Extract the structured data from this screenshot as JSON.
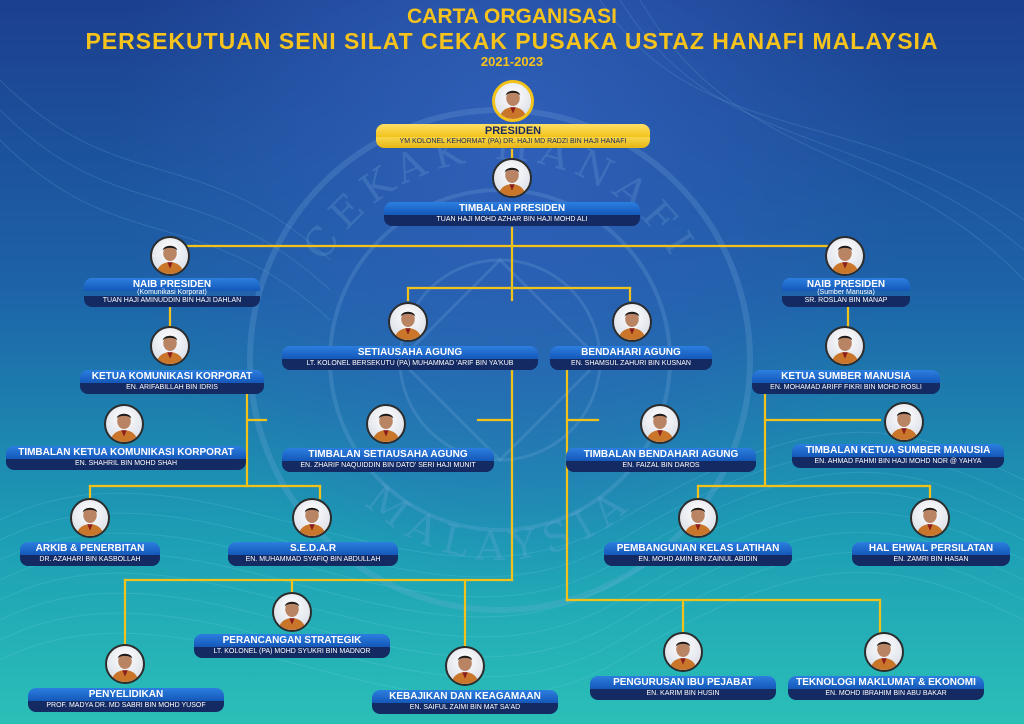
{
  "header": {
    "line1": "CARTA ORGANISASI",
    "line2": "PERSEKUTUAN SENI SILAT CEKAK PUSAKA USTAZ HANAFI MALAYSIA",
    "line3": "2021-2023"
  },
  "emblem": {
    "ring_text_top": "CEKAK HANAFI",
    "ring_text_bottom": "MALAYSIA"
  },
  "colors": {
    "title": "#f6c21c",
    "connector": "#f2c21a",
    "box_title": "#1f6fd6",
    "box_name": "#142a63",
    "president_box": "#f2c21a"
  },
  "nodes": [
    {
      "id": "presiden",
      "title": "PRESIDEN",
      "name": "YM KOLONEL KEHORMAT (PA) DR. HAJI MD RADZI BIN HAJI HANAFI"
    },
    {
      "id": "timbalan-presiden",
      "title": "TIMBALAN PRESIDEN",
      "name": "TUAN HAJI MOHD AZHAR BIN HAJI MOHD ALI"
    },
    {
      "id": "naib-presiden-komunikasi",
      "title": "NAIB PRESIDEN",
      "sub": "(Komunikasi Korporat)",
      "name": "TUAN HAJI AMINUDDIN BIN HAJI DAHLAN"
    },
    {
      "id": "naib-presiden-sumber",
      "title": "NAIB PRESIDEN",
      "sub": "(Sumber Manusia)",
      "name": "SR. ROSLAN BIN MANAP"
    },
    {
      "id": "setiausaha-agung",
      "title": "SETIAUSAHA AGUNG",
      "name": "LT. KOLONEL BERSEKUTU (PA) MUHAMMAD 'ARIF BIN YA'KUB"
    },
    {
      "id": "bendahari-agung",
      "title": "BENDAHARI AGUNG",
      "name": "EN. SHAMSUL ZAHURI BIN KUSNAN"
    },
    {
      "id": "ketua-komunikasi",
      "title": "KETUA KOMUNIKASI KORPORAT",
      "name": "EN. ARIFABILLAH BIN IDRIS"
    },
    {
      "id": "ketua-sumber",
      "title": "KETUA SUMBER MANUSIA",
      "name": "EN. MOHAMAD ARIFF FIKRI BIN MOHD ROSLI"
    },
    {
      "id": "timbalan-ketua-komunikasi",
      "title": "TIMBALAN KETUA KOMUNIKASI KORPORAT",
      "name": "EN. SHAHRIL BIN MOHD SHAH"
    },
    {
      "id": "timbalan-setiausaha",
      "title": "TIMBALAN SETIAUSAHA AGUNG",
      "name": "EN. ZHARIF NAQUIDDIN BIN DATO' SERI HAJI MUNIT"
    },
    {
      "id": "timbalan-bendahari",
      "title": "TIMBALAN BENDAHARI AGUNG",
      "name": "EN. FAIZAL BIN DAROS"
    },
    {
      "id": "timbalan-ketua-sumber",
      "title": "TIMBALAN KETUA SUMBER MANUSIA",
      "name": "EN. AHMAD FAHMI BIN HAJI MOHD NOR @ YAHYA"
    },
    {
      "id": "arkib",
      "title": "ARKIB & PENERBITAN",
      "name": "DR. AZAHARI BIN KASBOLLAH"
    },
    {
      "id": "sedar",
      "title": "S.E.D.A.R",
      "name": "EN. MUHAMMAD SYAFIQ BIN ABDULLAH"
    },
    {
      "id": "pembangunan",
      "title": "PEMBANGUNAN KELAS LATIHAN",
      "name": "EN. MOHD AMIN BIN ZAINUL ABIDIN"
    },
    {
      "id": "hal-ehwal",
      "title": "HAL EHWAL PERSILATAN",
      "name": "EN. ZAMRI BIN HASAN"
    },
    {
      "id": "perancangan",
      "title": "PERANCANGAN STRATEGIK",
      "name": "LT. KOLONEL (PA) MOHD SYUKRI BIN MADNOR"
    },
    {
      "id": "penyelidikan",
      "title": "PENYELIDIKAN",
      "name": "PROF. MADYA DR. MD SABRI BIN MOHD YUSOF"
    },
    {
      "id": "kebajikan",
      "title": "KEBAJIKAN DAN KEAGAMAAN",
      "name": "EN. SAIFUL ZAIMI BIN MAT SA'AD"
    },
    {
      "id": "pengurusan",
      "title": "PENGURUSAN IBU PEJABAT",
      "name": "EN. KARIM BIN HUSIN"
    },
    {
      "id": "teknologi",
      "title": "TEKNOLOGI MAKLUMAT & EKONOMI",
      "name": "EN. MOHD IBRAHIM BIN ABU BAKAR"
    }
  ]
}
